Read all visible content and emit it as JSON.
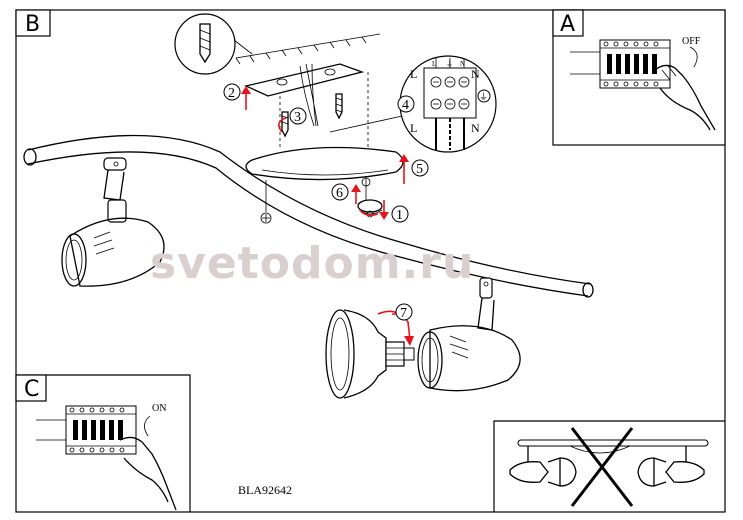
{
  "panels": {
    "main": {
      "letter": "B"
    },
    "switch_off": {
      "letter": "A",
      "state_label": "OFF"
    },
    "switch_on": {
      "letter": "C",
      "state_label": "ON"
    }
  },
  "wiring": {
    "left_top": "L",
    "right_top": "N",
    "left_bottom": "L",
    "right_bottom": "N",
    "terminal_marks": [
      "L",
      "⏚",
      "N"
    ],
    "earth_symbol": "⏚"
  },
  "steps": [
    "1",
    "2",
    "3",
    "4",
    "5",
    "6",
    "7"
  ],
  "watermark": "svetodom.ru",
  "model_code": "BLA92642",
  "colors": {
    "arrow": "#e5141d",
    "line": "#000000",
    "watermark": "#d9cfcf"
  }
}
